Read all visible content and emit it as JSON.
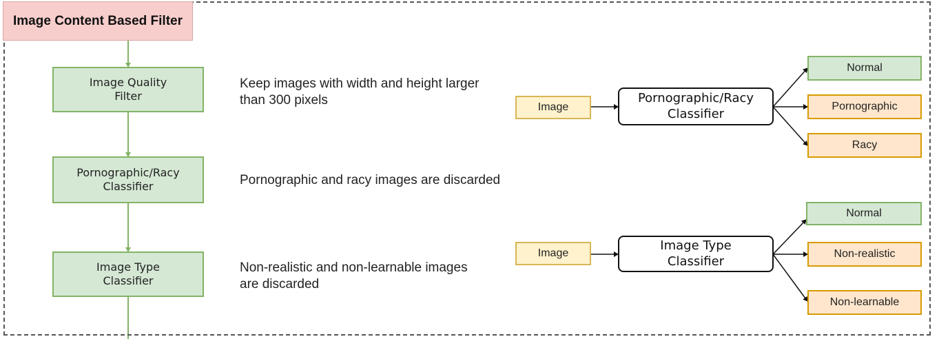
{
  "title": "Image Content Based Filter",
  "pipeline": [
    {
      "label": "Image Quality Filter",
      "description": "Keep images with width and height larger than 300 pixels"
    },
    {
      "label": "Pornographic/Racy Classifier",
      "description": "Pornographic and racy images are discarded"
    },
    {
      "label": "Image Type Classifier",
      "description": "Non-realistic and non-learnable images are discarded"
    }
  ],
  "classifier1": {
    "input": "Image",
    "name": "Pornographic/Racy Classifier",
    "outputs": [
      "Normal",
      "Pornographic",
      "Racy"
    ]
  },
  "classifier2": {
    "input": "Image",
    "name": "Image Type Classifier",
    "outputs": [
      "Normal",
      "Non-realistic",
      "Non-learnable"
    ]
  },
  "colors": {
    "title_fill": "#f8cecc",
    "green_fill": "#d5e8d4",
    "green_stroke": "#82b366",
    "orange_fill": "#ffe6cc",
    "orange_stroke": "#d79b00",
    "yellow_fill": "#fff2cc",
    "yellow_stroke": "#d6b656"
  }
}
